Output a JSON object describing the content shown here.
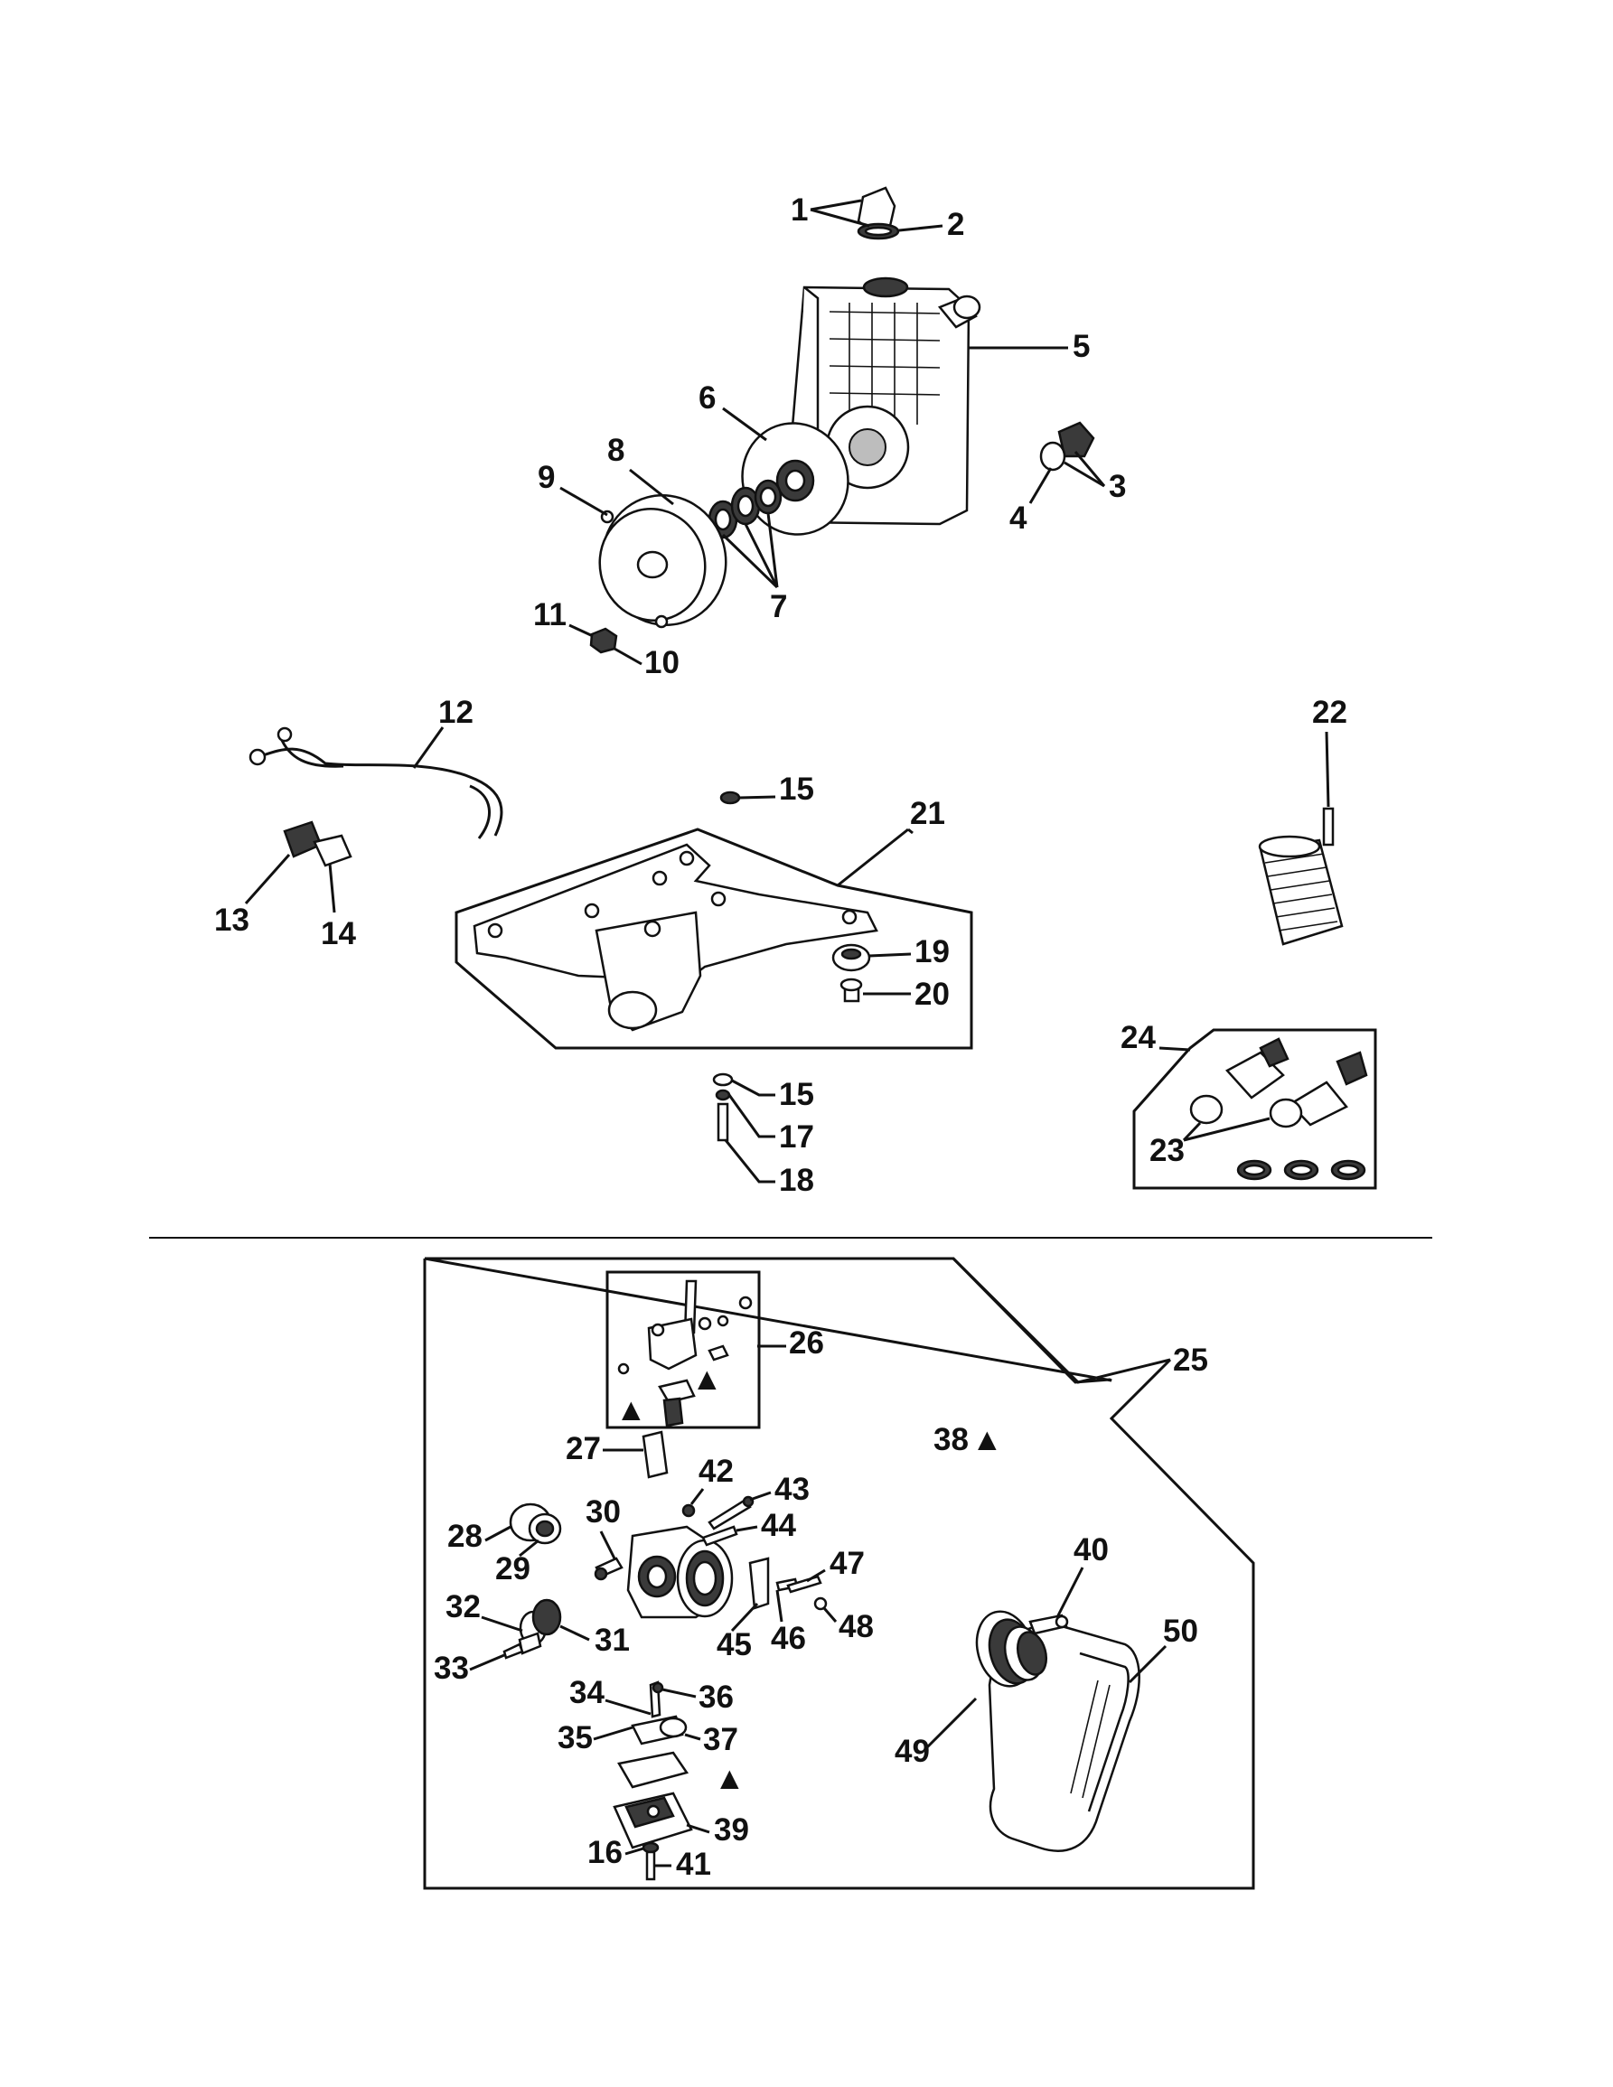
{
  "diagram": {
    "top_section": {
      "callouts": {
        "c1": "1",
        "c2": "2",
        "c3": "3",
        "c4": "4",
        "c5": "5",
        "c6": "6",
        "c7": "7",
        "c8": "8",
        "c9": "9",
        "c10": "10",
        "c11": "11",
        "c12": "12",
        "c13": "13",
        "c14": "14",
        "c15a": "15",
        "c15b": "15",
        "c17": "17",
        "c18": "18",
        "c19": "19",
        "c20": "20",
        "c21": "21",
        "c22": "22",
        "c23": "23",
        "c24": "24"
      }
    },
    "bottom_section": {
      "callouts": {
        "c25": "25",
        "c26": "26",
        "c27": "27",
        "c28": "28",
        "c29": "29",
        "c30": "30",
        "c31": "31",
        "c32": "32",
        "c33": "33",
        "c34": "34",
        "c35": "35",
        "c36": "36",
        "c37": "37",
        "c38": "38",
        "c39": "39",
        "c40": "40",
        "c41": "41",
        "c16": "16",
        "c42": "42",
        "c43": "43",
        "c44": "44",
        "c45": "45",
        "c46": "46",
        "c47": "47",
        "c48": "48",
        "c49": "49",
        "c50": "50"
      }
    },
    "symbols": {
      "kit_marker": "▲"
    }
  }
}
